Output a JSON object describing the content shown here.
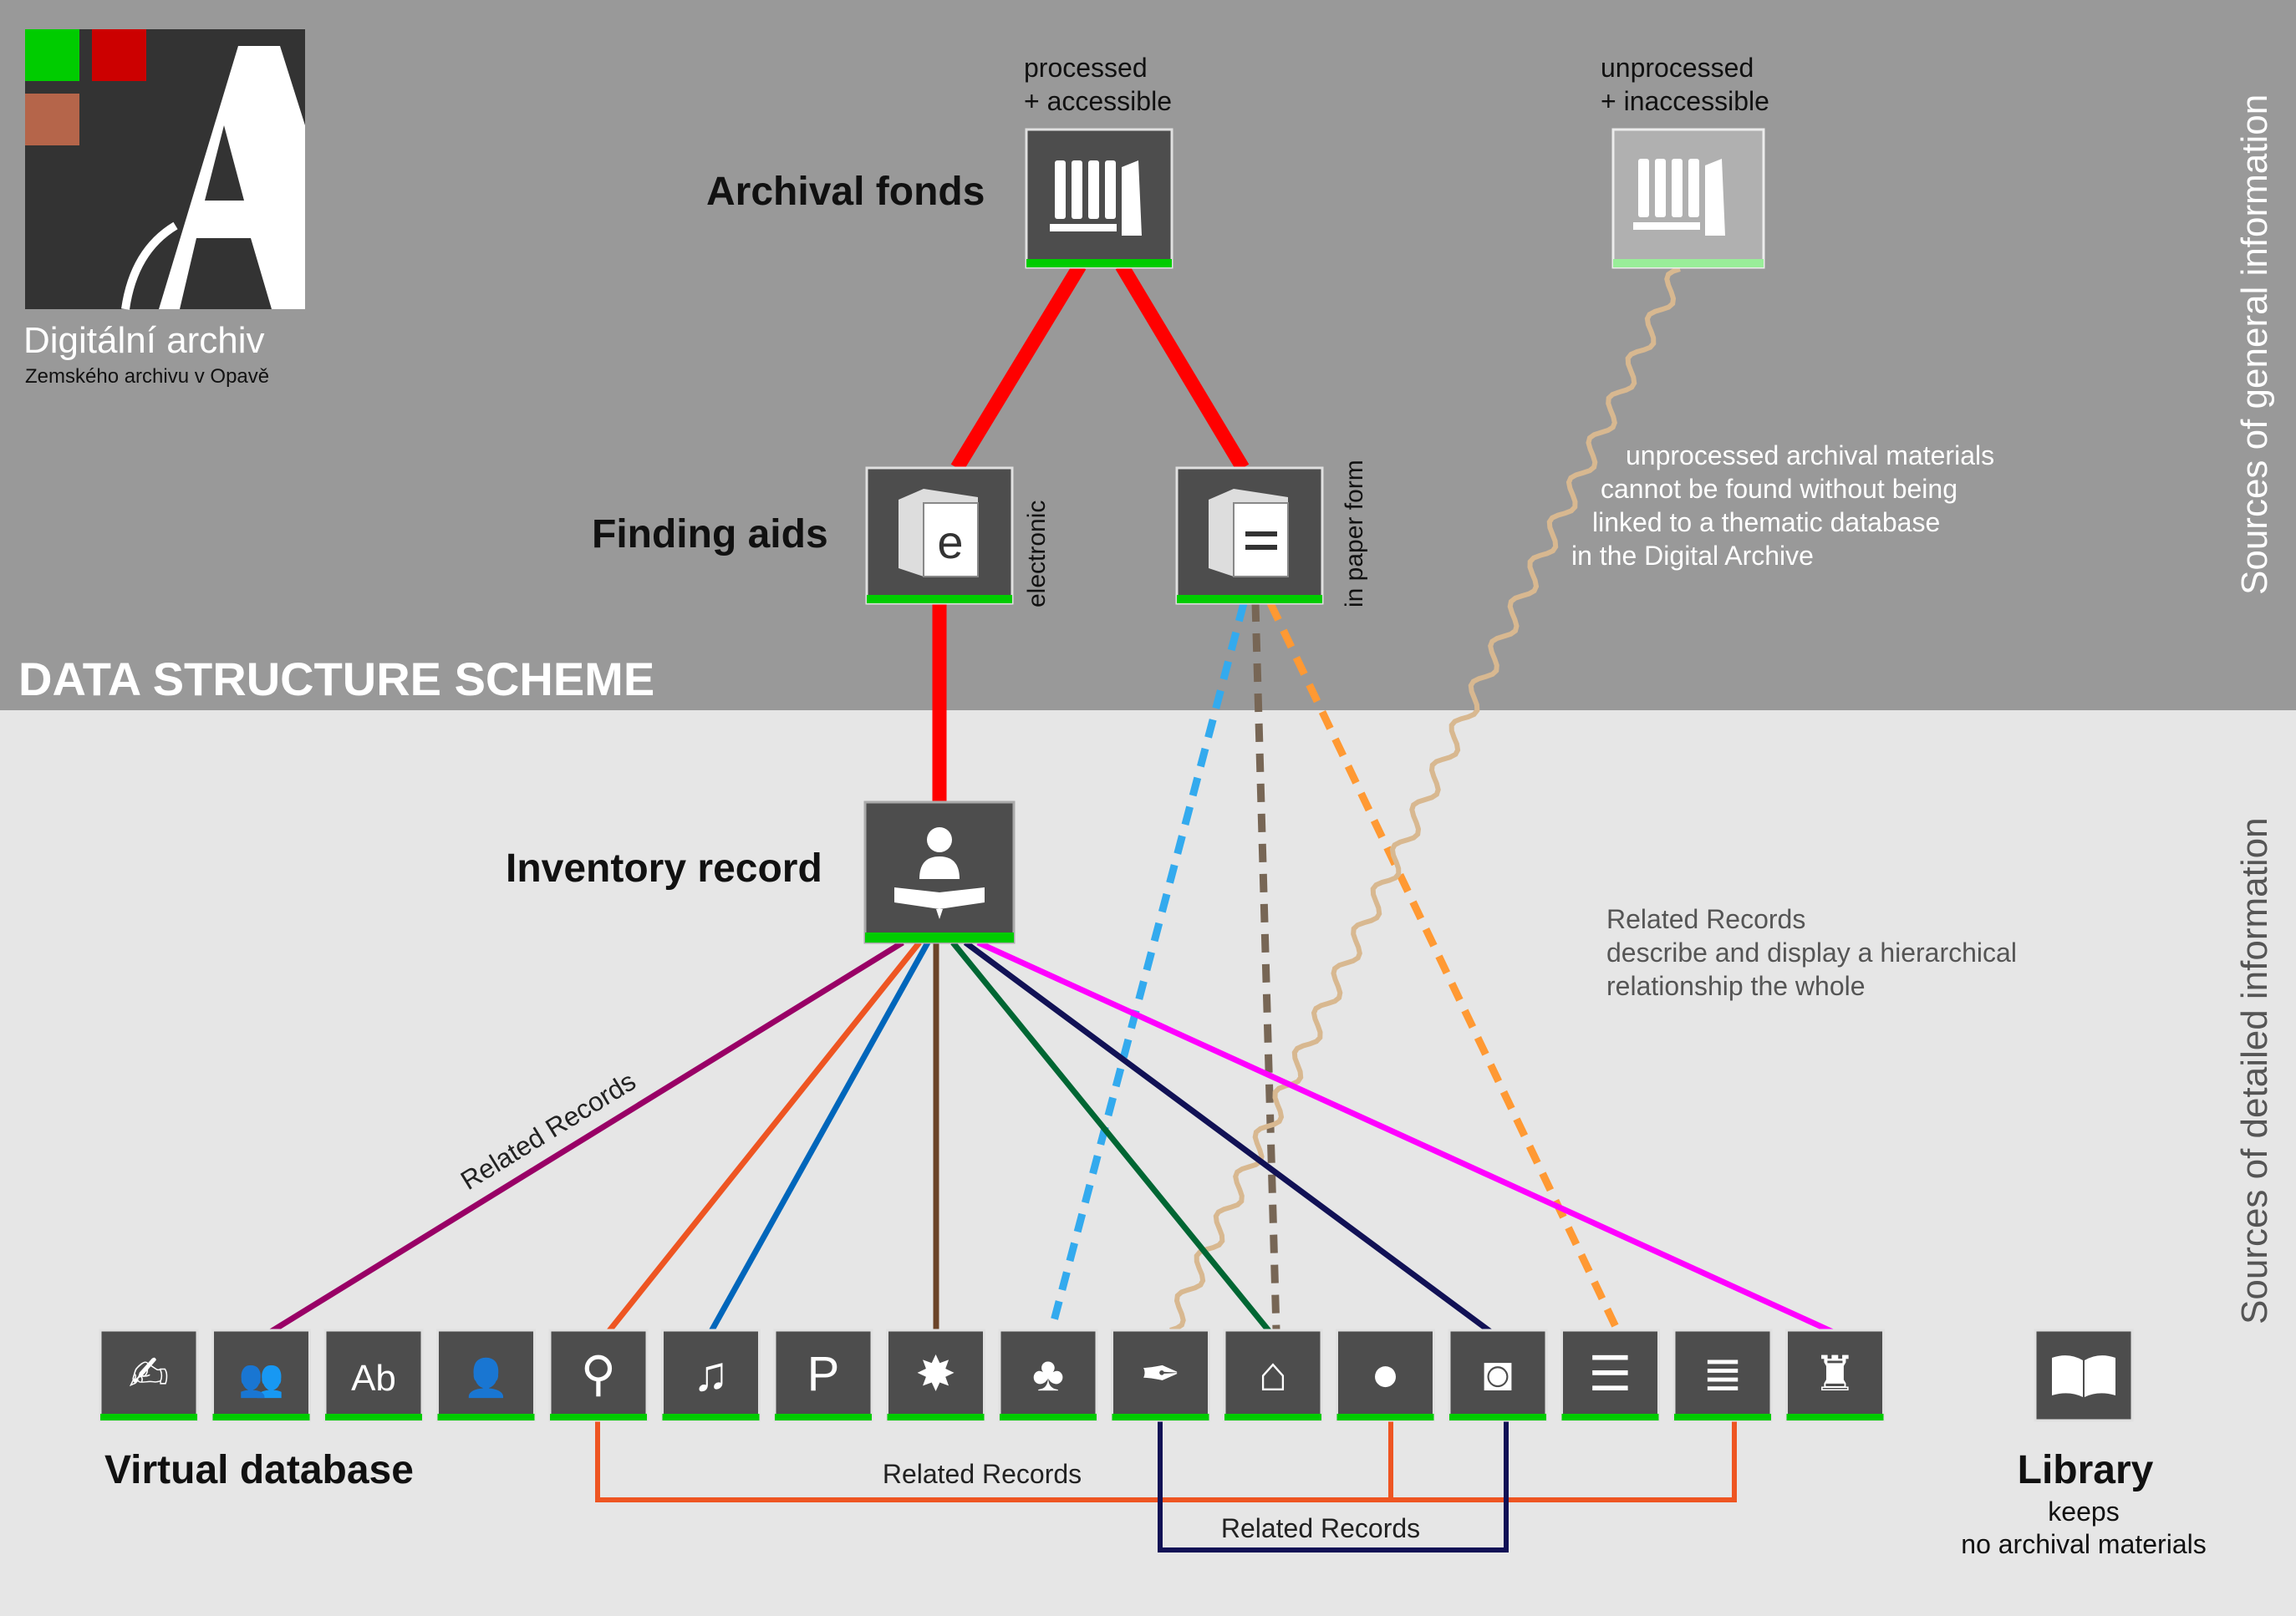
{
  "logo": {
    "title": "Digitální archiv",
    "subtitle": "Zemského archivu v Opavě",
    "letter": "A",
    "colors": {
      "green": "#00cc00",
      "red": "#cc0000",
      "brown": "#b5654a",
      "dark": "#333333"
    }
  },
  "scheme_title": "DATA STRUCTURE SCHEME",
  "side_labels": {
    "general": "Sources of general information",
    "detailed": "Sources of detailed information"
  },
  "archival_fonds": {
    "label": "Archival fonds",
    "processed_line1": "processed",
    "processed_line2": "+ accessible",
    "unprocessed_line1": "unprocessed",
    "unprocessed_line2": "+ inaccessible",
    "icon": "archive-shelf-icon"
  },
  "finding_aids": {
    "label": "Finding aids",
    "electronic": "electronic",
    "paper": "in paper form",
    "electronic_glyph": "e",
    "paper_glyph": "="
  },
  "inventory_record": {
    "label": "Inventory record",
    "icon": "reader-book-icon"
  },
  "notes": {
    "unprocessed": [
      "unprocessed archival materials",
      "cannot be found without being",
      "linked to a thematic database",
      "in the Digital Archive"
    ],
    "related": [
      "Related Records",
      "describe and display a hierarchical",
      "relationship the whole"
    ]
  },
  "related_records_label": "Related Records",
  "bottom_related_1": "Related Records",
  "bottom_related_2": "Related Records",
  "virtual_database": {
    "label": "Virtual database"
  },
  "library": {
    "label": "Library",
    "line1": "keeps",
    "line2": "no archival materials",
    "icon": "open-book-icon"
  },
  "database_icons": [
    {
      "name": "signature-icon",
      "glyph": "✍"
    },
    {
      "name": "persons-icon",
      "glyph": "👥"
    },
    {
      "name": "handwriting-icon",
      "glyph": "Ab"
    },
    {
      "name": "person-icon",
      "glyph": "👤"
    },
    {
      "name": "seal-stamp-icon",
      "glyph": "⚲"
    },
    {
      "name": "music-film-icon",
      "glyph": "♫"
    },
    {
      "name": "parking-map-icon",
      "glyph": "P"
    },
    {
      "name": "compass-star-icon",
      "glyph": "✸"
    },
    {
      "name": "tree-icon",
      "glyph": "♣"
    },
    {
      "name": "feather-icon",
      "glyph": "✒"
    },
    {
      "name": "farm-building-icon",
      "glyph": "⌂"
    },
    {
      "name": "bell-icon",
      "glyph": "●"
    },
    {
      "name": "camera-icon",
      "glyph": "◙"
    },
    {
      "name": "documents-icon",
      "glyph": "☰"
    },
    {
      "name": "scroll-icon",
      "glyph": "≣"
    },
    {
      "name": "town-icon",
      "glyph": "♜"
    }
  ],
  "colors": {
    "top_band": "#999999",
    "bottom_band": "#e6e6e6",
    "tile": "#4d4d4d",
    "tile_border": "#e0e0e0",
    "accent_green": "#00cc00",
    "red_line": "#ff0000",
    "purple_line": "#990066",
    "orange_line": "#ee5522",
    "blue_line": "#0066bb",
    "brown_line": "#6b4428",
    "green_line": "#006633",
    "navy_line": "#111155",
    "magenta_line": "#ff00ff",
    "light_blue_dotted": "#33aaee",
    "gray_dotted": "#776655",
    "orange_dotted": "#ff9933",
    "wavy": "#d8b890"
  }
}
